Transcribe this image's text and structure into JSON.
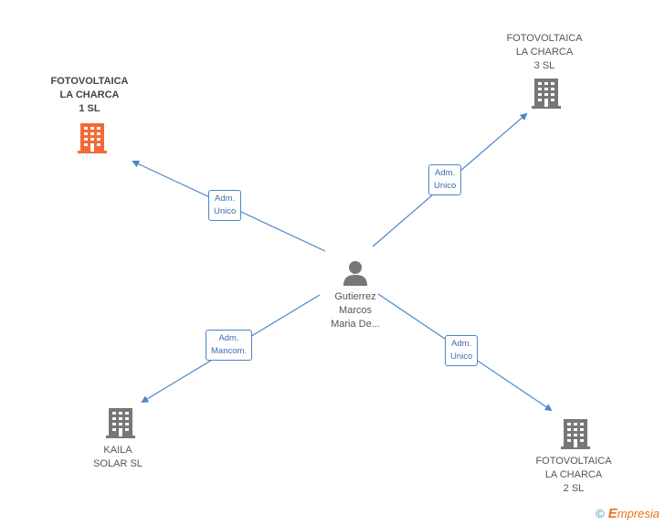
{
  "nodes": {
    "center": {
      "lines": [
        "Gutierrez",
        "Marcos",
        "Maria De..."
      ]
    },
    "top_left": {
      "lines": [
        "FOTOVOLTAICA",
        "LA CHARCA",
        "1 SL"
      ]
    },
    "top_right": {
      "lines": [
        "FOTOVOLTAICA",
        "LA CHARCA",
        "3 SL"
      ]
    },
    "bottom_left": {
      "lines": [
        "KAILA",
        "SOLAR SL"
      ]
    },
    "bottom_right": {
      "lines": [
        "FOTOVOLTAICA",
        "LA CHARCA",
        "2 SL"
      ]
    }
  },
  "edges": {
    "to_top_left": {
      "lines": [
        "Adm.",
        "Unico"
      ]
    },
    "to_top_right": {
      "lines": [
        "Adm.",
        "Unico"
      ]
    },
    "to_bottom_left": {
      "lines": [
        "Adm.",
        "Mancom."
      ]
    },
    "to_bottom_right": {
      "lines": [
        "Adm.",
        "Unico"
      ]
    }
  },
  "colors": {
    "highlight": "#f26a35",
    "building": "#777777",
    "edge": "#4a86c8",
    "person": "#777777"
  },
  "footer": {
    "copyright": "©",
    "brand_initial": "E",
    "brand_rest": "mpresia"
  }
}
